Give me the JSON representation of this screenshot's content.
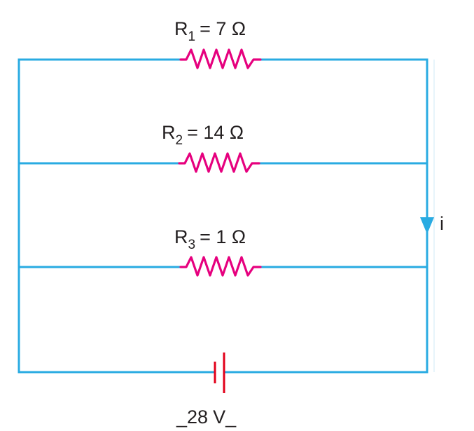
{
  "colors": {
    "wire": "#29abe2",
    "resistor": "#e6007e",
    "battery": "#e2001a",
    "text": "#231f20"
  },
  "resistors": [
    {
      "symbol": "R",
      "subscript": "1",
      "value": "= 7 Ω"
    },
    {
      "symbol": "R",
      "subscript": "2",
      "value": "= 14 Ω"
    },
    {
      "symbol": "R",
      "subscript": "3",
      "value": "= 1 Ω"
    }
  ],
  "current": {
    "label": "i"
  },
  "battery": {
    "prefix": "_",
    "voltage": "28",
    "unit": "V",
    "suffix": "_"
  }
}
